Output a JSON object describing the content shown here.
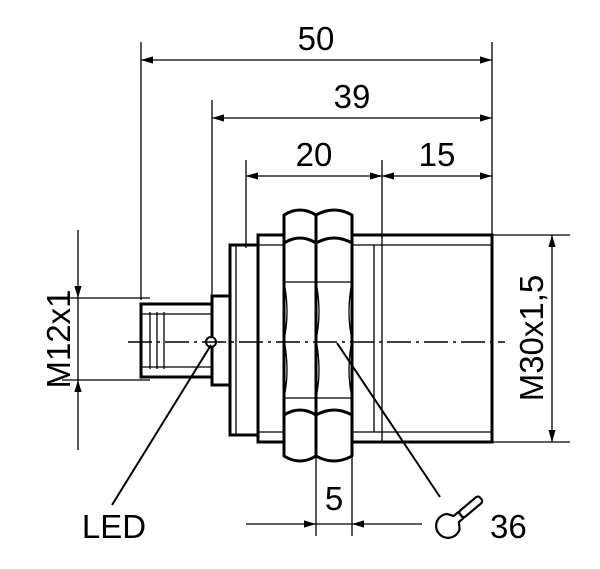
{
  "dimensions": {
    "overall_length": "50",
    "thread_length_total": "39",
    "housing_length": "20",
    "front_length": "15",
    "nut_thickness": "5",
    "connector_thread": "M12x1",
    "body_thread": "M30x1,5",
    "wrench_size": "36"
  },
  "labels": {
    "led": "LED"
  },
  "icons": {
    "wrench": "wrench-icon"
  }
}
